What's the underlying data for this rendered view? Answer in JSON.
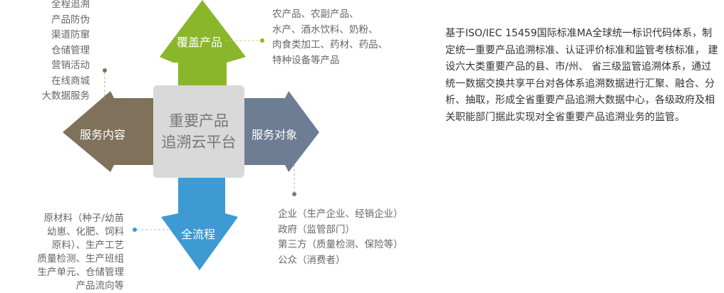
{
  "center": {
    "line1": "重要产品",
    "line2": "追溯云平台"
  },
  "arrows": {
    "up": "覆盖产品",
    "left": "服务内容",
    "right": "服务对象",
    "down": "全流程"
  },
  "colors": {
    "up": "#8ab62c",
    "left": "#7f715a",
    "right": "#6d7d93",
    "down": "#3d9ad3"
  },
  "service_content": [
    "全程追溯",
    "产品防伪",
    "渠道防窜",
    "仓储管理",
    "营销活动",
    "在线商城",
    "大数据服务"
  ],
  "covered_products": [
    "农产品、农副产品、",
    "水产、酒水饮料、奶粉、",
    "肉食类加工、药材、药品、",
    "特种设备等产品"
  ],
  "service_targets": [
    "企业（生产企业、经销企业）",
    "政府（监管部门）",
    "第三方（质量检测、保险等）",
    "公众（消费者）"
  ],
  "process": [
    "原材料（种子/幼苗",
    "幼崽、化肥、饲料",
    "原料）、生产工艺",
    "质量检测、生产班组",
    "生产单元、仓储管理",
    "产品流向等"
  ],
  "description": "基于ISO/IEC 15459国际标准MA全球统一标识代码体系，制定统一重要产品追溯标准、认证评价标准和监管考核标准， 建设六大类重要产品的县、市/州、 省三级监管追溯体系，通过统一数据交换共享平台对各体系追溯数据进行汇聚、融合、分析、抽取，形成全省重要产品追溯大数据中心，各级政府及相关职能部门据此实现对全省重要产品追溯业务的监管。"
}
